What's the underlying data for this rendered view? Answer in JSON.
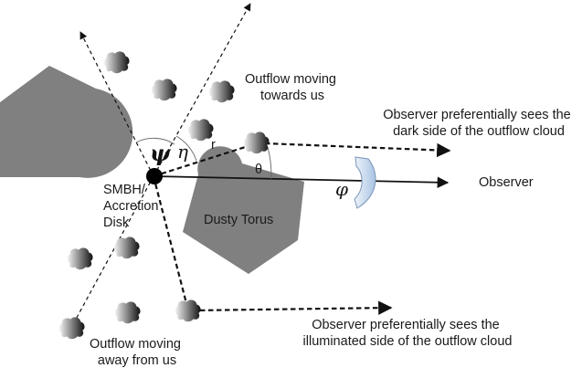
{
  "labels": {
    "outflow_towards": [
      "Outflow moving",
      "towards us"
    ],
    "dark_side": [
      "Observer preferentially sees the",
      "dark side of the outflow cloud"
    ],
    "observer": "Observer",
    "smbh": [
      "SMBH/",
      "Accretion",
      "Disk"
    ],
    "dusty_torus": "Dusty Torus",
    "illuminated_side": [
      "Observer preferentially sees the",
      "illuminated side of the outflow cloud"
    ],
    "outflow_away": [
      "Outflow moving",
      "away from us"
    ]
  },
  "symbols": {
    "psi": "ψ",
    "eta": "η",
    "r": "r",
    "theta": "θ",
    "phi": "φ"
  },
  "colors": {
    "torus": "#808080",
    "rotation_arrow": "#a9c4e2",
    "cloud_edge": "#3b4f7a"
  }
}
